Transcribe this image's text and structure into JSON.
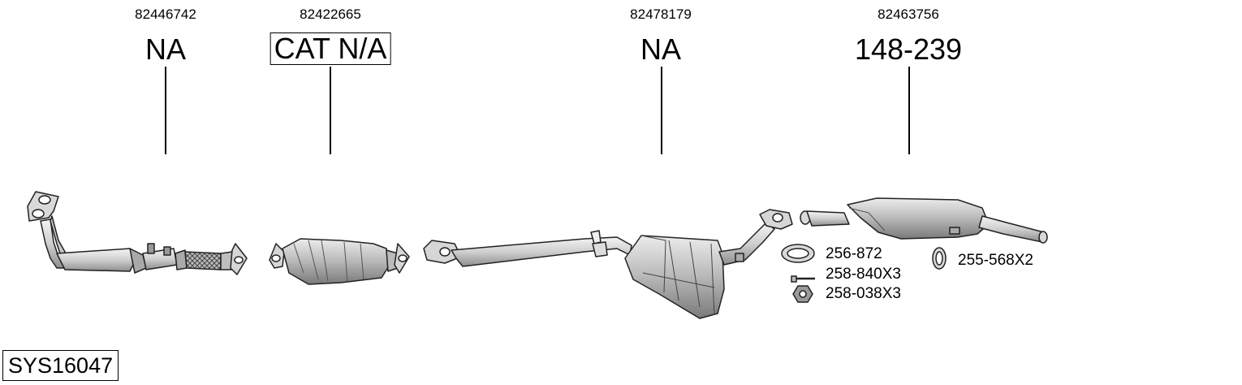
{
  "parts": [
    {
      "oem": "82446742",
      "code": "NA"
    },
    {
      "oem": "82422665",
      "code": "CAT N/A"
    },
    {
      "oem": "82478179",
      "code": "NA"
    },
    {
      "oem": "82463756",
      "code": "148-239"
    }
  ],
  "accessories": [
    {
      "label": "256-872",
      "icon": "gasket-ring-icon"
    },
    {
      "label": "258-840X3",
      "icon": "bolt-icon"
    },
    {
      "label": "258-038X3",
      "icon": "nut-icon"
    },
    {
      "label": "255-568X2",
      "icon": "rubber-hanger-icon"
    }
  ],
  "system_code": "SYS16047"
}
